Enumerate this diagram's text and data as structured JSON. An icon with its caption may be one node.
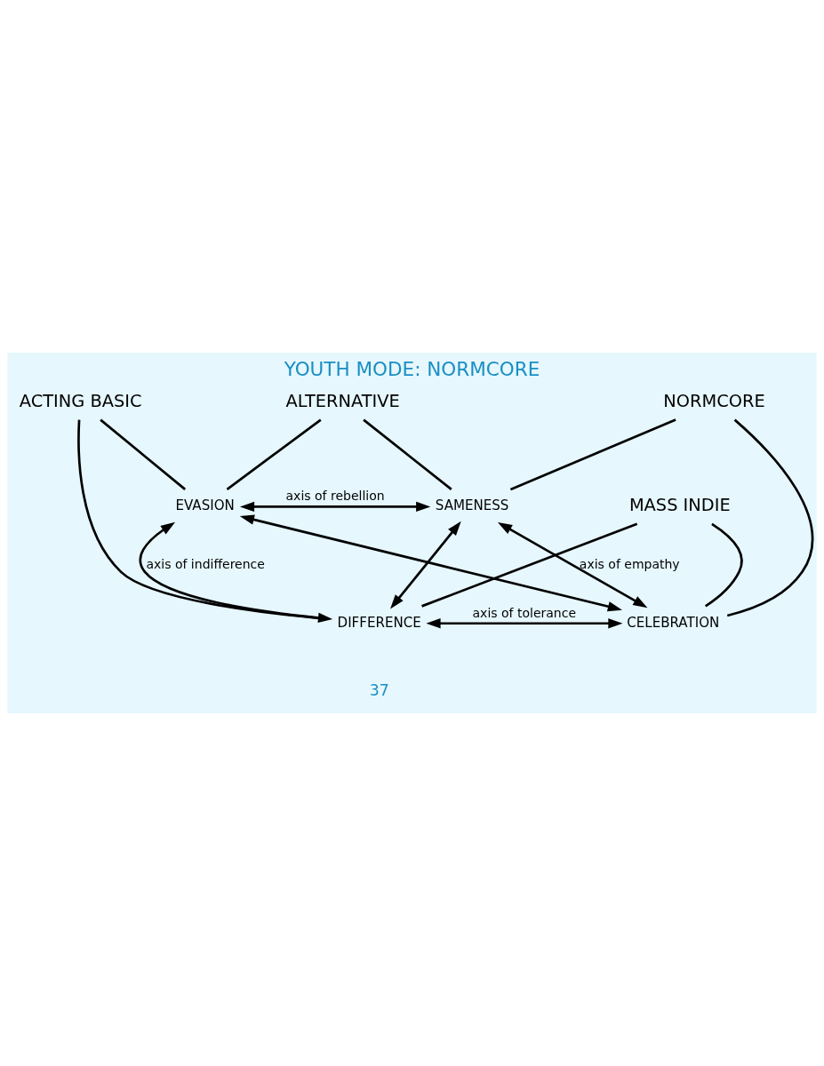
{
  "diagram": {
    "title": "YOUTH MODE: NORMCORE",
    "nodes": [
      {
        "text": [
          "ALTERNATIVE"
        ]
      },
      {
        "text": [
          "EVASION"
        ]
      },
      {
        "text": [
          "SAMENESS"
        ]
      },
      {
        "text": [
          "ACTING BASIC"
        ]
      },
      {
        "text": [
          "NORMCORE"
        ]
      },
      {
        "text": [
          "DIFFERENCE"
        ]
      },
      {
        "text": [
          "CELEBRATION"
        ]
      },
      {
        "text": [
          "MASS INDIE"
        ]
      }
    ],
    "edges": [
      {
        "from": 1,
        "to": 2,
        "arrow": "both",
        "label": "axis of rebellion"
      },
      {
        "from": 1,
        "to": 5,
        "arrow": "both",
        "label": "axis of indifference"
      },
      {
        "from": 2,
        "to": 6,
        "arrow": "both",
        "label": "axis of empathy"
      },
      {
        "from": 5,
        "to": 6,
        "arrow": "both",
        "label": "axis of tolerance"
      },
      {
        "from": 1,
        "to": 6,
        "arrow": "both"
      },
      {
        "from": 2,
        "to": 5,
        "arrow": "both"
      },
      {
        "from": 0,
        "to": 1,
        "arrow": "none"
      },
      {
        "from": 0,
        "to": 2,
        "arrow": "none"
      },
      {
        "from": 3,
        "to": 1,
        "arrow": "none"
      },
      {
        "from": 3,
        "to": 5,
        "arrow": "none"
      },
      {
        "from": 4,
        "to": 2,
        "arrow": "none"
      },
      {
        "from": 4,
        "to": 6,
        "arrow": "none"
      },
      {
        "from": 7,
        "to": 5,
        "arrow": "none"
      },
      {
        "from": 7,
        "to": 6,
        "arrow": "none"
      }
    ],
    "labels": [
      "37"
    ]
  }
}
